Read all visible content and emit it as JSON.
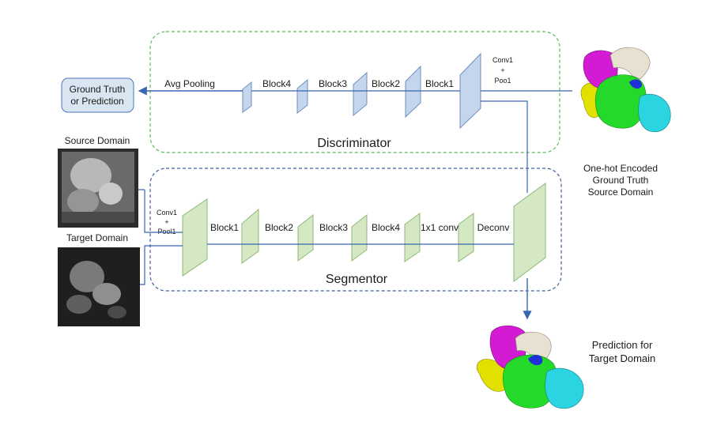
{
  "discriminator": {
    "title": "Discriminator",
    "input_layer_label": [
      "Conv1",
      "+",
      "Poo1"
    ],
    "blocks": [
      "Block1",
      "Block2",
      "Block3",
      "Block4"
    ],
    "pool_label": "Avg Pooling",
    "output_box": [
      "Ground Truth",
      "or Prediction"
    ]
  },
  "segmentor": {
    "title": "Segmentor",
    "input_layer_label": [
      "Conv1",
      "+",
      "Pool1"
    ],
    "blocks": [
      "Block1",
      "Block2",
      "Block3",
      "Block4"
    ],
    "conv_label": "1x1 conv",
    "deconv_label": "Deconv"
  },
  "images": {
    "source_domain": "Source Domain",
    "target_domain": "Target Domain",
    "one_hot": [
      "One-hot Encoded",
      "Ground Truth",
      "Source Domain"
    ],
    "prediction": [
      "Prediction for",
      "Target Domain"
    ]
  },
  "colors": {
    "disc_border": "#5cb85c",
    "seg_border": "#3f5f9a",
    "blue_layer": "#c5d5ec",
    "green_layer": "#d5e8c4",
    "arrow": "#3a66b0"
  }
}
